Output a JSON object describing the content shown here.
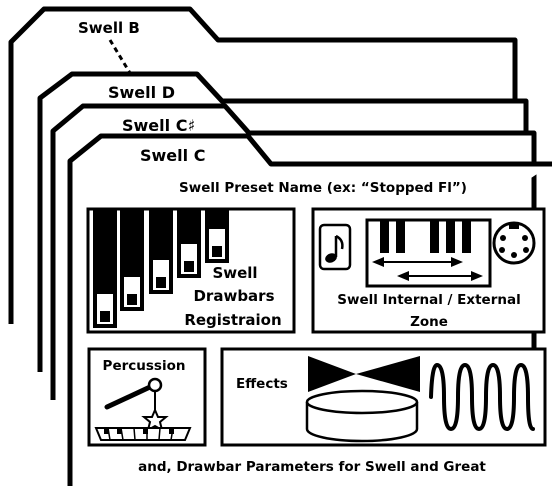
{
  "folders": [
    {
      "id": "swell-b",
      "label": "Swell B"
    },
    {
      "id": "swell-d",
      "label": "Swell D"
    },
    {
      "id": "swell-csharp",
      "label": "Swell C♯"
    },
    {
      "id": "swell-c",
      "label": "Swell C"
    }
  ],
  "preset_name": "Swell Preset Name (ex: “Stopped Fl”)",
  "drawbars": {
    "line1": "Swell",
    "line2": "Drawbars",
    "line3": "Registraion"
  },
  "zone": {
    "line1": "Swell Internal / External",
    "line2": "Zone"
  },
  "percussion": {
    "label": "Percussion"
  },
  "effects": {
    "label": "Effects"
  },
  "footer": "and, Drawbar Parameters for Swell and Great",
  "icons": [
    "note-icon",
    "keyboard-icon",
    "midi-connector-icon",
    "percussion-hammer-icon",
    "speaker-rotor-icon",
    "waveform-icon"
  ]
}
